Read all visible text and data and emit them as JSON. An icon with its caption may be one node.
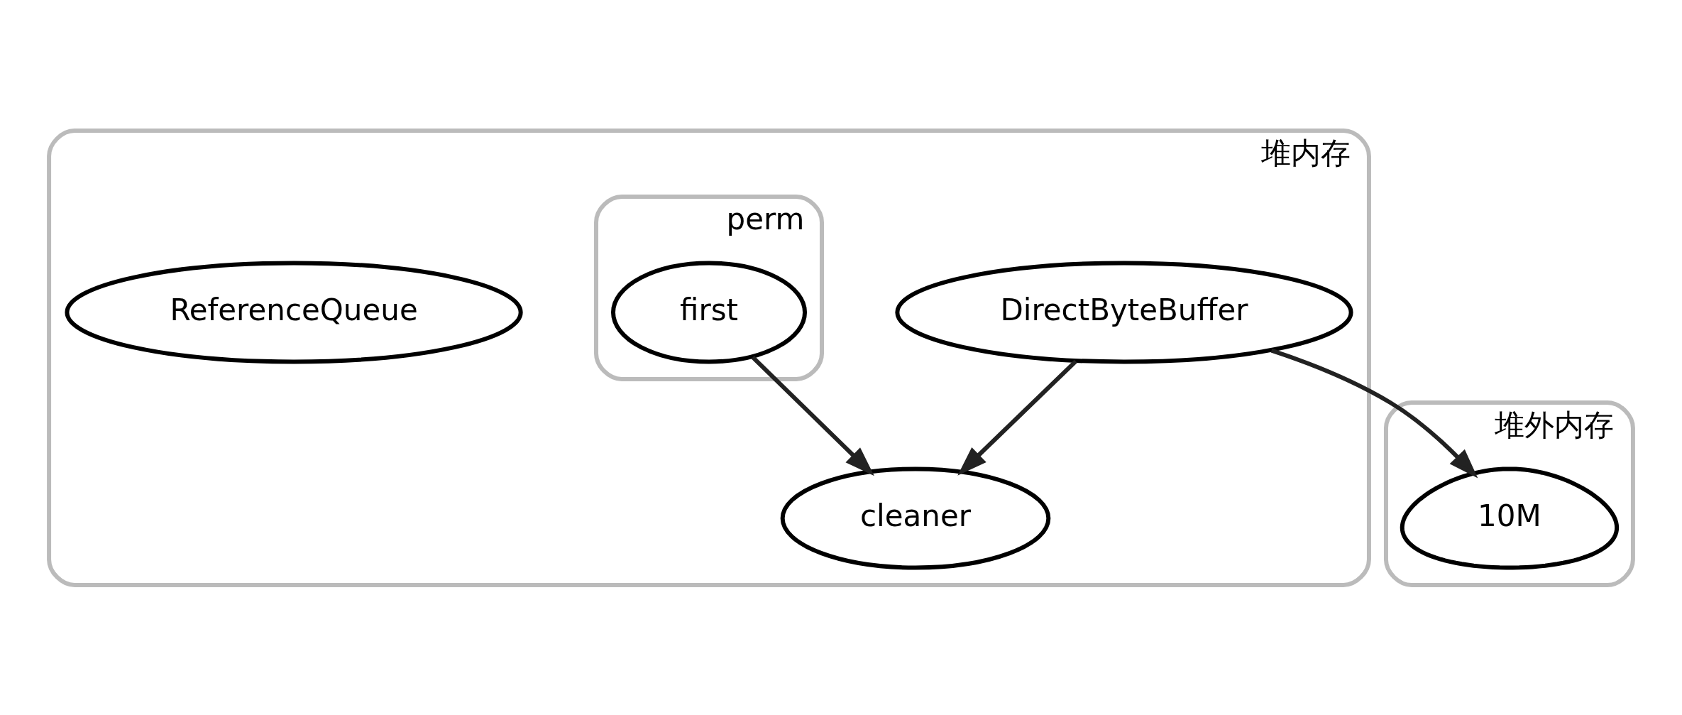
{
  "diagram": {
    "nodes": [
      {
        "text": [
          "堆内存"
        ]
      },
      {
        "text": [
          "DirectByteBuffer"
        ],
        "in": 0
      },
      {
        "text": [
          "cleaner"
        ],
        "in": 0
      },
      {
        "text": [
          "ReferenceQueue"
        ],
        "in": 0
      },
      {
        "text": [
          "perm"
        ],
        "in": 0
      },
      {
        "text": [
          "first"
        ],
        "in": 4
      },
      {
        "text": [
          "堆外内存"
        ]
      },
      {
        "text": [
          "10M"
        ],
        "in": 6
      }
    ],
    "edges": [
      {
        "from": 1,
        "to": 2,
        "arrow": "to"
      },
      {
        "from": 5,
        "to": 2,
        "arrow": "to"
      },
      {
        "from": 1,
        "to": 7,
        "arrow": "to"
      }
    ]
  }
}
